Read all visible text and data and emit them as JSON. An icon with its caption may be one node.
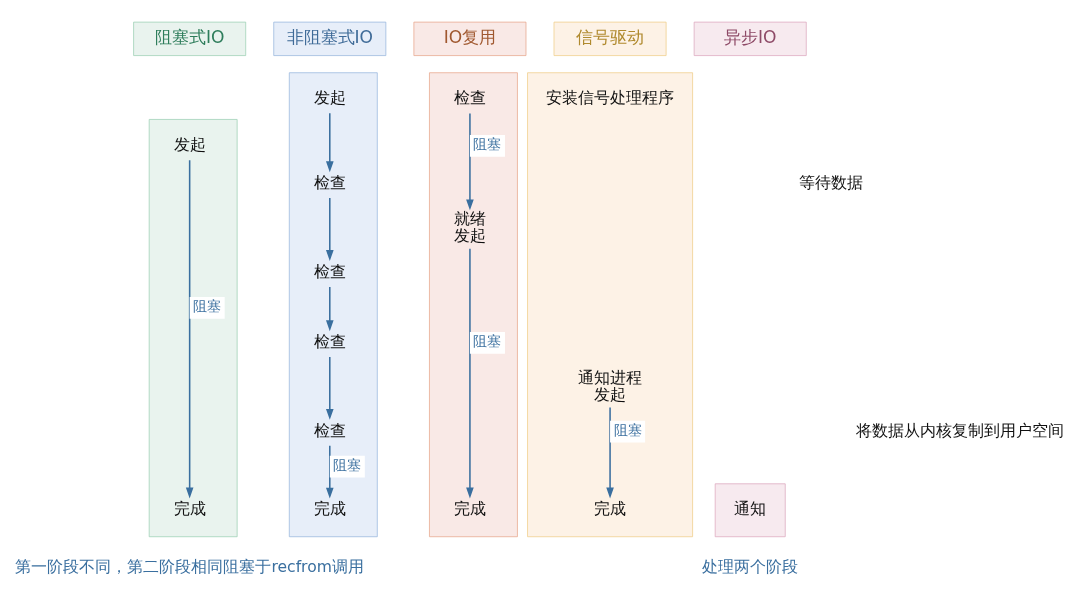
{
  "diagram": {
    "nodes": [
      {
        "text": [
          "阻塞式IO"
        ]
      },
      {
        "text": [],
        "shape": "box"
      },
      {
        "text": [
          "发起"
        ],
        "in": 1
      },
      {
        "text": [
          "完成"
        ],
        "in": 1
      },
      {
        "text": [
          "非阻塞式IO"
        ]
      },
      {
        "text": [],
        "shape": "box"
      },
      {
        "text": [
          "发起"
        ],
        "in": 5
      },
      {
        "text": [
          "检查"
        ],
        "in": 5
      },
      {
        "text": [
          "检查"
        ],
        "in": 5
      },
      {
        "text": [
          "检查"
        ],
        "in": 5
      },
      {
        "text": [
          "检查"
        ],
        "in": 5
      },
      {
        "text": [
          "完成"
        ],
        "in": 5
      },
      {
        "text": [
          "IO复用"
        ]
      },
      {
        "text": [],
        "shape": "box"
      },
      {
        "text": [
          "检查"
        ],
        "in": 13
      },
      {
        "text": [
          "就绪",
          "发起"
        ],
        "in": 13
      },
      {
        "text": [
          "完成"
        ],
        "in": 13
      },
      {
        "text": [
          "信号驱动"
        ]
      },
      {
        "text": [],
        "shape": "box"
      },
      {
        "text": [
          "安装信号处理程序"
        ],
        "in": 18
      },
      {
        "text": [
          "通知进程",
          "发起"
        ],
        "in": 18
      },
      {
        "text": [
          "完成"
        ],
        "in": 18
      },
      {
        "text": [
          "异步IO"
        ]
      },
      {
        "text": [],
        "shape": "box"
      },
      {
        "text": [
          "通知"
        ],
        "in": 23
      }
    ],
    "edges": [
      {
        "from": 2,
        "to": 3,
        "arrow": "to",
        "label": "阻塞"
      },
      {
        "from": 6,
        "to": 7,
        "arrow": "to"
      },
      {
        "from": 7,
        "to": 8,
        "arrow": "to"
      },
      {
        "from": 8,
        "to": 9,
        "arrow": "to"
      },
      {
        "from": 9,
        "to": 10,
        "arrow": "to"
      },
      {
        "from": 10,
        "to": 11,
        "arrow": "to",
        "label": "阻塞"
      },
      {
        "from": 14,
        "to": 15,
        "arrow": "to",
        "label": "阻塞"
      },
      {
        "from": 15,
        "to": 16,
        "arrow": "to",
        "label": "阻塞"
      },
      {
        "from": 20,
        "to": 21,
        "arrow": "to",
        "label": "阻塞"
      }
    ],
    "labels": [
      "等待数据",
      "将数据从内核复制到用户空间",
      "第一阶段不同，第二阶段相同阻塞于recfrom调用",
      "处理两个阶段"
    ]
  }
}
